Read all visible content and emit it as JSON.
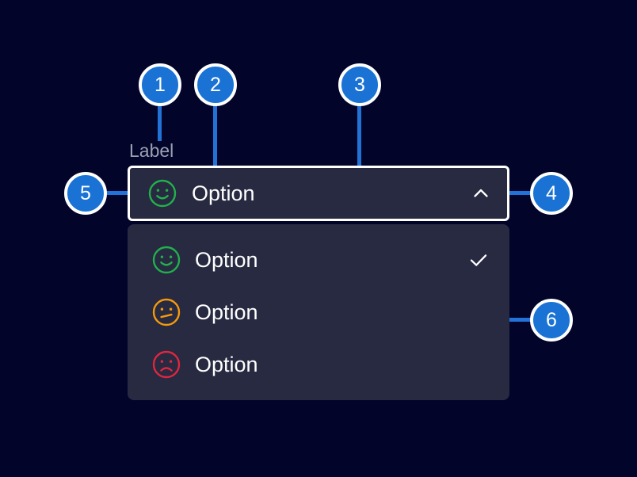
{
  "background_color": "#02042a",
  "accent_color": "#1a73d4",
  "surface_color": "#272a40",
  "field": {
    "label": "Label",
    "selected_value": "Option",
    "selected_icon": "happy-face-icon",
    "chevron": "chevron-up-icon",
    "expanded": true
  },
  "dropdown": {
    "options": [
      {
        "label": "Option",
        "icon": "happy-face-icon",
        "icon_color": "#22b04c",
        "selected": true
      },
      {
        "label": "Option",
        "icon": "neutral-face-icon",
        "icon_color": "#f59a0b",
        "selected": false
      },
      {
        "label": "Option",
        "icon": "sad-face-icon",
        "icon_color": "#e0263f",
        "selected": false
      }
    ],
    "check_icon": "check-icon"
  },
  "callouts": [
    {
      "number": "1",
      "target": "field-label"
    },
    {
      "number": "2",
      "target": "selected-option-icon"
    },
    {
      "number": "3",
      "target": "select-trigger-body"
    },
    {
      "number": "4",
      "target": "chevron-toggle"
    },
    {
      "number": "5",
      "target": "select-trigger-border"
    },
    {
      "number": "6",
      "target": "dropdown-panel"
    }
  ]
}
